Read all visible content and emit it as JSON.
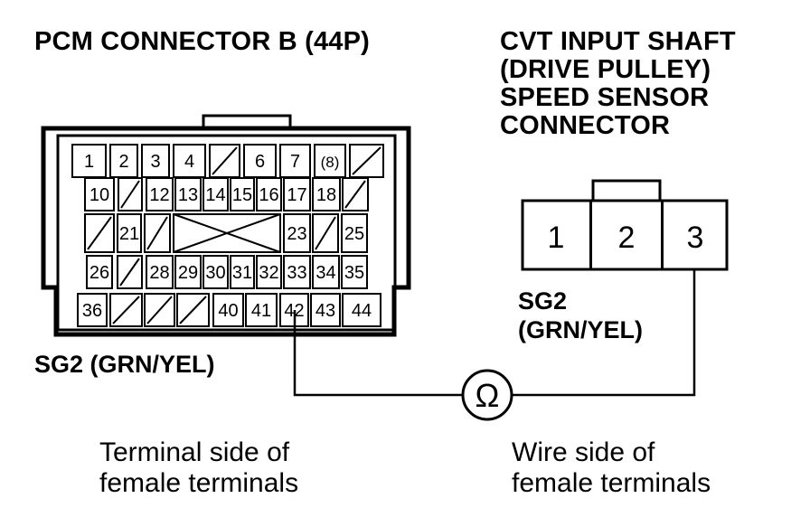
{
  "pcm": {
    "title": "PCM CONNECTOR B (44P)",
    "terminals": [
      {
        "label": "1"
      },
      {
        "label": "2"
      },
      {
        "label": "3"
      },
      {
        "label": "4"
      },
      {
        "label": ""
      },
      {
        "label": "6"
      },
      {
        "label": "7"
      },
      {
        "label": "(8)"
      },
      {
        "label": ""
      },
      {
        "label": "10"
      },
      {
        "label": ""
      },
      {
        "label": "12"
      },
      {
        "label": "13"
      },
      {
        "label": "14"
      },
      {
        "label": "15"
      },
      {
        "label": "16"
      },
      {
        "label": "17"
      },
      {
        "label": "18"
      },
      {
        "label": ""
      },
      {
        "label": ""
      },
      {
        "label": "21"
      },
      {
        "label": ""
      },
      {
        "label": "23"
      },
      {
        "label": ""
      },
      {
        "label": "25"
      },
      {
        "label": "26"
      },
      {
        "label": ""
      },
      {
        "label": "28"
      },
      {
        "label": "29"
      },
      {
        "label": "30"
      },
      {
        "label": "31"
      },
      {
        "label": "32"
      },
      {
        "label": "33"
      },
      {
        "label": "34"
      },
      {
        "label": "35"
      },
      {
        "label": "36"
      },
      {
        "label": ""
      },
      {
        "label": ""
      },
      {
        "label": ""
      },
      {
        "label": "40"
      },
      {
        "label": "41"
      },
      {
        "label": "42"
      },
      {
        "label": "43"
      },
      {
        "label": "44"
      }
    ],
    "wire_label": "SG2 (GRN/YEL)",
    "caption_line1": "Terminal side of",
    "caption_line2": "female terminals"
  },
  "sensor": {
    "title_line1": "CVT INPUT SHAFT",
    "title_line2": "(DRIVE PULLEY)",
    "title_line3": "SPEED SENSOR",
    "title_line4": "CONNECTOR",
    "terminals": [
      "1",
      "2",
      "3"
    ],
    "wire_label_line1": "SG2",
    "wire_label_line2": "(GRN/YEL)",
    "caption_line1": "Wire side of",
    "caption_line2": "female terminals"
  },
  "meter": {
    "symbol": "Ω",
    "icon": "ohmmeter-icon"
  }
}
